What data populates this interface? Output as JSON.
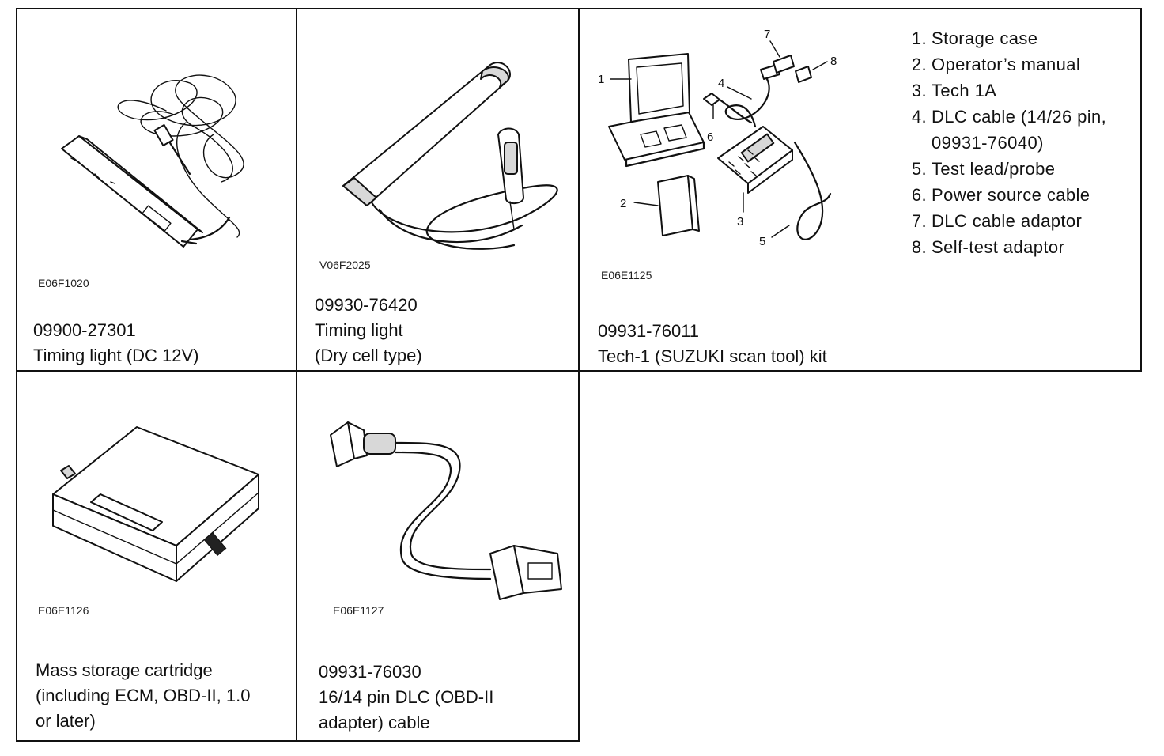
{
  "cells": [
    {
      "image_code": "E06F1020",
      "caption": [
        "09900-27301",
        "Timing light (DC 12V)"
      ]
    },
    {
      "image_code": "V06F2025",
      "caption": [
        "09930-76420",
        "Timing light",
        "(Dry cell type)"
      ]
    },
    {
      "image_code": "E06E1125",
      "caption": [
        "09931-76011",
        "Tech-1 (SUZUKI scan tool) kit"
      ],
      "callouts": [
        "1",
        "2",
        "3",
        "4",
        "5",
        "6",
        "7",
        "8"
      ],
      "legend": [
        {
          "num": "1.",
          "text": "Storage case"
        },
        {
          "num": "2.",
          "text": "Operator’s manual"
        },
        {
          "num": "3.",
          "text": "Tech 1A"
        },
        {
          "num": "4.",
          "text": "DLC cable (14/26 pin,"
        },
        {
          "num": "",
          "text": "09931-76040)"
        },
        {
          "num": "5.",
          "text": "Test lead/probe"
        },
        {
          "num": "6.",
          "text": "Power source cable"
        },
        {
          "num": "7.",
          "text": "DLC cable adaptor"
        },
        {
          "num": "8.",
          "text": "Self-test adaptor"
        }
      ]
    },
    {
      "image_code": "E06E1126",
      "caption": [
        "Mass storage cartridge",
        "(including ECM, OBD-II, 1.0",
        "or later)"
      ]
    },
    {
      "image_code": "E06E1127",
      "caption": [
        "09931-76030",
        "16/14 pin DLC (OBD-II",
        "adapter) cable"
      ]
    }
  ]
}
